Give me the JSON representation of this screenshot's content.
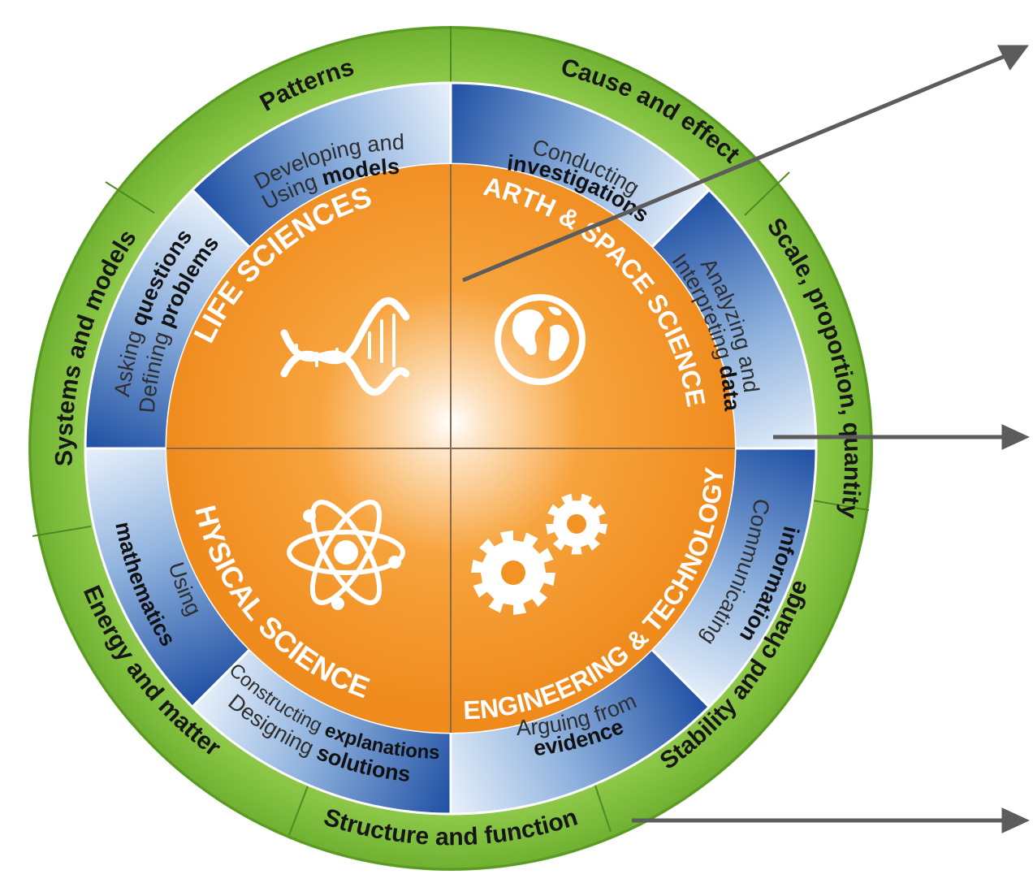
{
  "crosscutting_concepts": [
    "Patterns",
    "Cause and effect",
    "Scale, proportion, quantity",
    "Stability and change",
    "Structure and function",
    "Energy and matter",
    "Systems and models"
  ],
  "practices": {
    "models": {
      "normal": "Developing and",
      "pre": "Using ",
      "bold": "models"
    },
    "investigations": {
      "normal": "Conducting",
      "bold": "investigations"
    },
    "data": {
      "normal": "Analyzing and",
      "pre": "Interpreting ",
      "bold": "data"
    },
    "information": {
      "normal": "Communicating",
      "bold": "information"
    },
    "evidence": {
      "normal": "Arguing from",
      "bold": "evidence"
    },
    "explanations": {
      "pre1": "Constructing ",
      "bold1": "explanations",
      "pre2": "Designing ",
      "bold2": "solutions"
    },
    "mathematics": {
      "normal": "Using",
      "bold": "mathematics"
    },
    "questions": {
      "pre1": "Asking ",
      "bold1": "questions",
      "pre2": "Defining ",
      "bold2": "problems"
    }
  },
  "domains": {
    "life": "LIFE SCIENCES",
    "earth": "EARTH & SPACE SCIENCES",
    "physical": "PHYSICAL SCIENCES",
    "engineering": "ENGINEERING & TECHNOLOGY"
  },
  "icons": [
    "dna-icon",
    "globe-icon",
    "atom-icon",
    "gears-icon"
  ],
  "colors": {
    "green_ring": "#7dbd3a",
    "green_edge": "#5a9a25",
    "orange": "#f39325",
    "blue_dark": "#1f4fa3",
    "blue_light": "#e8f1fb",
    "arrow": "#5c5c5c"
  }
}
